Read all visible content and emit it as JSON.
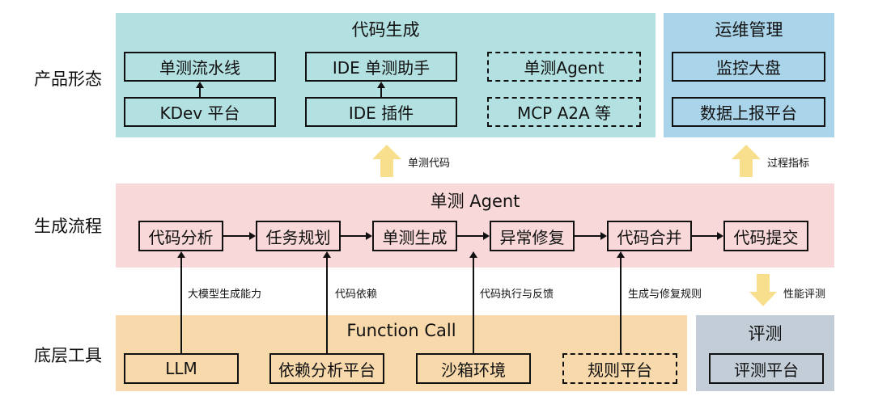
{
  "rows": {
    "product": "产品形态",
    "process": "生成流程",
    "tools": "底层工具"
  },
  "codegen": {
    "title": "代码生成",
    "boxes": [
      "单测流水线",
      "KDev 平台",
      "IDE 单测助手",
      "IDE 插件",
      "单测Agent",
      "MCP A2A 等"
    ]
  },
  "ops": {
    "title": "运维管理",
    "boxes": [
      "监控大盘",
      "数据上报平台"
    ]
  },
  "flow_labels": {
    "unit_code": "单测代码",
    "process_metrics": "过程指标",
    "perf_eval": "性能评测"
  },
  "agent": {
    "title": "单测 Agent",
    "steps": [
      "代码分析",
      "任务规划",
      "单测生成",
      "异常修复",
      "代码合并",
      "代码提交"
    ]
  },
  "connector_labels": [
    "大模型生成能力",
    "代码依赖",
    "代码执行与反馈",
    "生成与修复规则"
  ],
  "function_call": {
    "title": "Function Call",
    "boxes": [
      "LLM",
      "依赖分析平台",
      "沙箱环境",
      "规则平台"
    ]
  },
  "eval": {
    "title": "评测",
    "box": "评测平台"
  },
  "colors": {
    "codegen_bg": "#b3e0e0",
    "ops_bg": "#a9d4ea",
    "agent_bg": "#f8d8d8",
    "fc_bg": "#f8d9ac",
    "eval_bg": "#c3cdd8",
    "big_arrow": "#f8df8e"
  }
}
